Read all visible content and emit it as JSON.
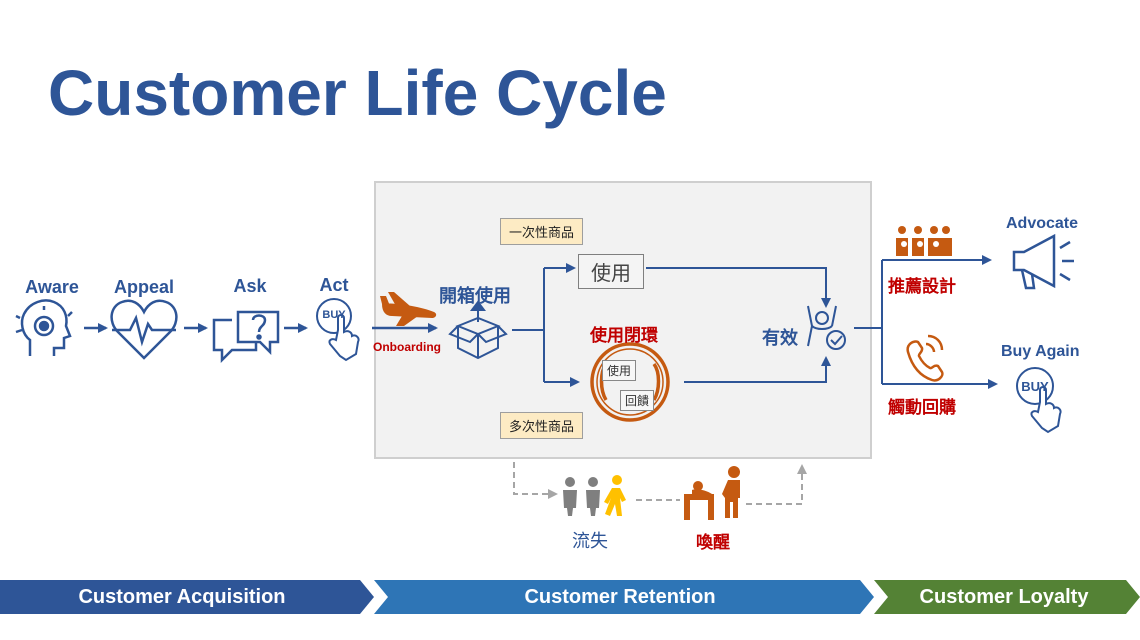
{
  "title": "Customer Life Cycle",
  "acquisition": {
    "stages": [
      "Aware",
      "Appeal",
      "Ask",
      "Act"
    ],
    "buy_icon_text": "BUY"
  },
  "retention": {
    "onboarding": "Onboarding",
    "unboxing": "開箱使用",
    "single_product_tag": "一次性商品",
    "multi_product_tag": "多次性商品",
    "use_label": "使用",
    "use_loop_title": "使用閉環",
    "loop_use": "使用",
    "loop_return": "回饋",
    "effective": "有效",
    "churn": "流失",
    "wake_up": "喚醒"
  },
  "loyalty": {
    "advocate": "Advocate",
    "referral_design": "推薦設計",
    "buy_again": "Buy Again",
    "trigger_repurchase": "觸動回購",
    "buy_icon_text": "BUY"
  },
  "banners": {
    "acquisition": "Customer Acquisition",
    "retention": "Customer Retention",
    "loyalty": "Customer Loyalty"
  },
  "colors": {
    "primary_blue": "#2e5597",
    "accent_orange": "#c55a11",
    "accent_red": "#c00000",
    "banner_acquisition": "#2e5597",
    "banner_retention": "#2e75b6",
    "banner_loyalty": "#548235"
  }
}
